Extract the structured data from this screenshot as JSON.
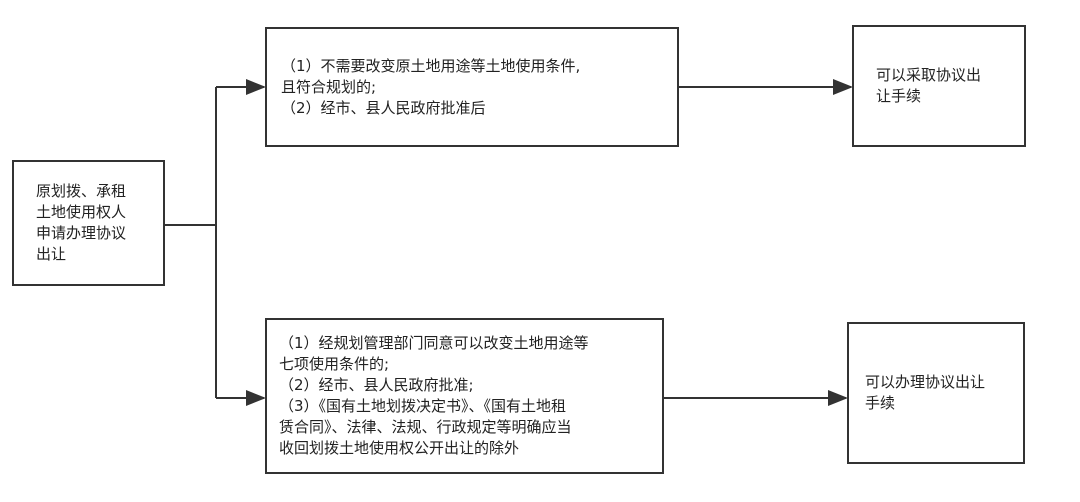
{
  "start": {
    "lines": [
      "原划拨、承租",
      "土地使用权人",
      "申请办理协议",
      "出让"
    ]
  },
  "condition_a": {
    "lines": [
      "（1）不需要改变原土地用途等土地使用条件,",
      "且符合规划的;",
      "（2）经市、县人民政府批准后"
    ]
  },
  "result_a": {
    "lines": [
      "可以采取协议出",
      "让手续"
    ]
  },
  "condition_b": {
    "lines": [
      "（1）经规划管理部门同意可以改变土地用途等",
      "七项使用条件的;",
      "（2）经市、县人民政府批准;",
      "（3）《国有土地划拨决定书》、《国有土地租",
      "赁合同》、法律、法规、行政规定等明确应当",
      "收回划拨土地使用权公开出让的除外"
    ]
  },
  "result_b": {
    "lines": [
      "可以办理协议出让",
      "手续"
    ]
  }
}
